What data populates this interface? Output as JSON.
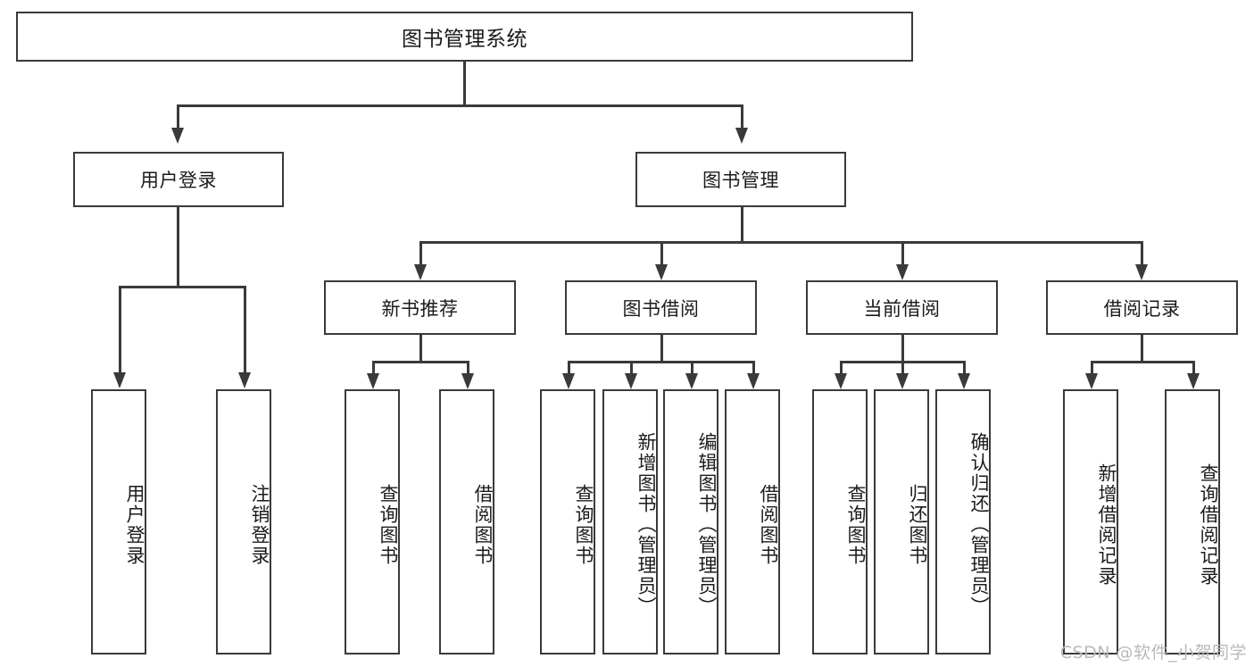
{
  "diagram": {
    "title": "图书管理系统",
    "type": "tree",
    "root": {
      "label": "图书管理系统"
    },
    "level2": [
      {
        "label": "用户登录"
      },
      {
        "label": "图书管理"
      }
    ],
    "level3": [
      {
        "label": "新书推荐"
      },
      {
        "label": "图书借阅"
      },
      {
        "label": "当前借阅"
      },
      {
        "label": "借阅记录"
      }
    ],
    "leaves": {
      "user_login": [
        {
          "label": "用户登录"
        },
        {
          "label": "注销登录"
        }
      ],
      "new_book_recommend": [
        {
          "label": "查询图书"
        },
        {
          "label": "借阅图书"
        }
      ],
      "book_borrow": [
        {
          "label": "查询图书"
        },
        {
          "label": "新增图书（管理员）"
        },
        {
          "label": "编辑图书（管理员）"
        },
        {
          "label": "借阅图书"
        }
      ],
      "current_borrow": [
        {
          "label": "查询图书"
        },
        {
          "label": "归还图书"
        },
        {
          "label": "确认归还（管理员）"
        }
      ],
      "borrow_record": [
        {
          "label": "新增借阅记录"
        },
        {
          "label": "查询借阅记录"
        }
      ]
    }
  },
  "watermark": {
    "text": "CSDN @软件_小贺同学"
  },
  "colors": {
    "stroke": "#3a3a3a",
    "background": "#ffffff",
    "text": "#1b1b1b",
    "watermark": "#b9b9b9"
  }
}
